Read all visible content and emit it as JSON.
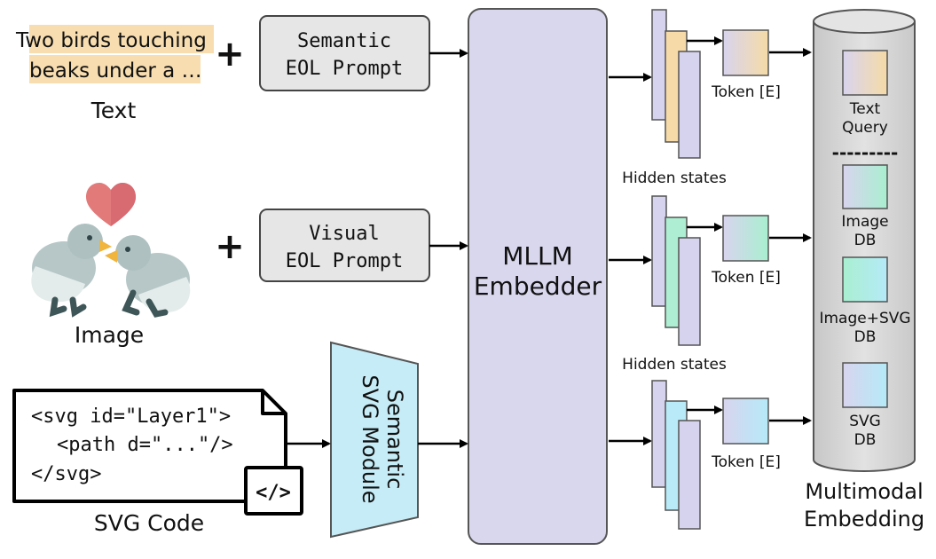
{
  "inputs": {
    "text_snippet_line1": "Two birds touching",
    "text_snippet_line2": "beaks under a …",
    "text_label": "Text",
    "image_label": "Image",
    "svg_label": "SVG Code",
    "svg_code_line1": "<svg id=\"Layer1\">",
    "svg_code_line2": "<path d=\"...\"/>",
    "svg_code_line3": "</svg>",
    "code_badge": "</>",
    "plus": "+"
  },
  "prompts": {
    "semantic_line1": "Semantic",
    "semantic_line2": "EOL Prompt",
    "visual_line1": "Visual",
    "visual_line2": "EOL Prompt"
  },
  "svg_module": {
    "line1": "Semantic",
    "line2": "SVG Module"
  },
  "embedder": {
    "line1": "MLLM",
    "line2": "Embedder"
  },
  "outputs": {
    "token_label": "Token [E]",
    "hidden_states": "Hidden states"
  },
  "database": {
    "text_query_line1": "Text",
    "text_query_line2": "Query",
    "separator": "---------",
    "image_db_line1": "Image",
    "image_db_line2": "DB",
    "imgsvg_db_line1": "Image+SVG",
    "imgsvg_db_line2": "DB",
    "svg_db_line1": "SVG",
    "svg_db_line2": "DB",
    "caption_line1": "Multimodal",
    "caption_line2": "Embedding"
  },
  "colors": {
    "text_highlight": "#f7ddb0",
    "prompt_box": "#e6e6e6",
    "embedder": "#d9d7ee",
    "svg_module": "#c6ecf7",
    "cylinder": "#d4d4d4",
    "hidden_purple": "#d6d3ee",
    "hidden_orange": "#f6dba8",
    "hidden_green": "#aeeed2",
    "hidden_blue": "#b8eaf7"
  },
  "icons": {
    "heart": "heart-icon",
    "birds": "birds-icon",
    "code": "code-icon"
  }
}
